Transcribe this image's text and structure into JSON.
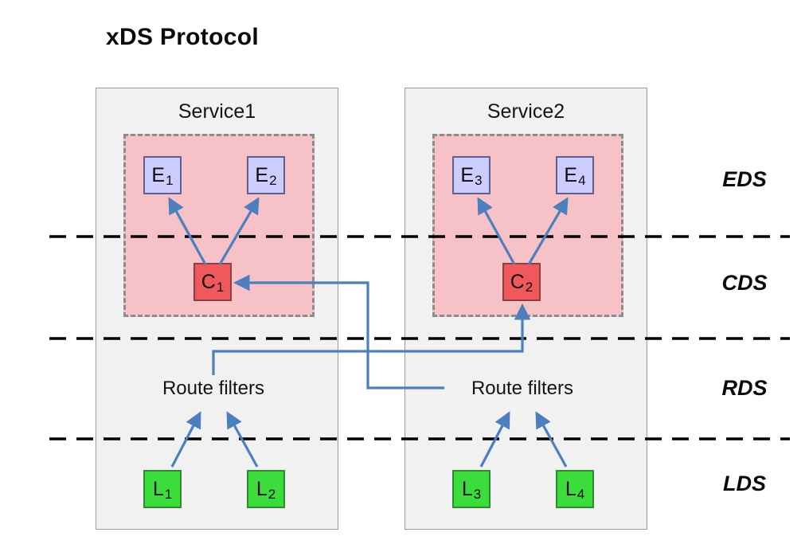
{
  "title": "xDS Protocol",
  "colors": {
    "service_fill": "#f1f1f2",
    "region_fill": "#f6c2c7",
    "endpoint_fill": "#ccccfe",
    "cluster_fill": "#f0595c",
    "listener_fill": "#3ddc3d",
    "arrow_blue": "#4d7ebe",
    "divider_black": "#000000"
  },
  "services": [
    {
      "name": "Service1",
      "route_filters_label": "Route filters",
      "endpoints": [
        {
          "label": "E",
          "sub": "1"
        },
        {
          "label": "E",
          "sub": "2"
        }
      ],
      "cluster": {
        "label": "C",
        "sub": "1"
      },
      "listeners": [
        {
          "label": "L",
          "sub": "1"
        },
        {
          "label": "L",
          "sub": "2"
        }
      ]
    },
    {
      "name": "Service2",
      "route_filters_label": "Route filters",
      "endpoints": [
        {
          "label": "E",
          "sub": "3"
        },
        {
          "label": "E",
          "sub": "4"
        }
      ],
      "cluster": {
        "label": "C",
        "sub": "2"
      },
      "listeners": [
        {
          "label": "L",
          "sub": "3"
        },
        {
          "label": "L",
          "sub": "4"
        }
      ]
    }
  ],
  "layers": [
    {
      "label": "EDS"
    },
    {
      "label": "CDS"
    },
    {
      "label": "RDS"
    },
    {
      "label": "LDS"
    }
  ]
}
